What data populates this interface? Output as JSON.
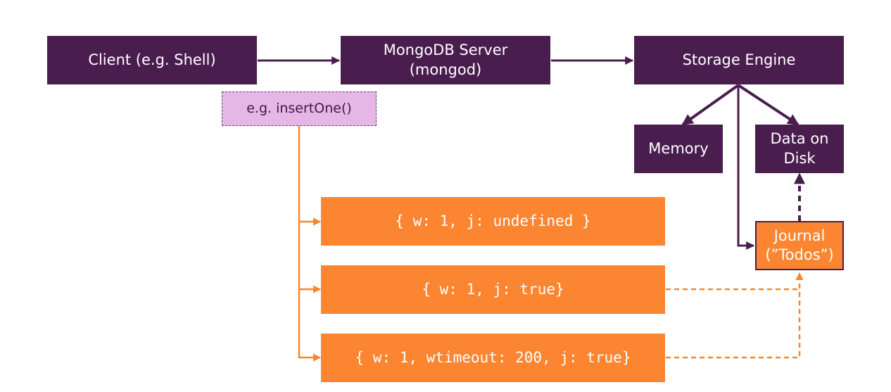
{
  "colors": {
    "dark": "#4a1d4f",
    "orange": "#fb8531",
    "note_fill": "#e6b6e6",
    "arrow_dark": "#4a1d4f",
    "arrow_orange": "#f7872f"
  },
  "nodes": {
    "client": "Client (e.g. Shell)",
    "server_line1": "MongoDB Server",
    "server_line2": "(mongod)",
    "storage": "Storage Engine",
    "memory": "Memory",
    "disk_line1": "Data on",
    "disk_line2": "Disk",
    "journal_line1": "Journal",
    "journal_line2": "(”Todos”)",
    "insert_note": "e.g. insertOne()"
  },
  "write_concerns": [
    "{ w: 1, j: undefined }",
    "{ w: 1, j: true}",
    "{ w: 1, wtimeout: 200, j: true}"
  ]
}
